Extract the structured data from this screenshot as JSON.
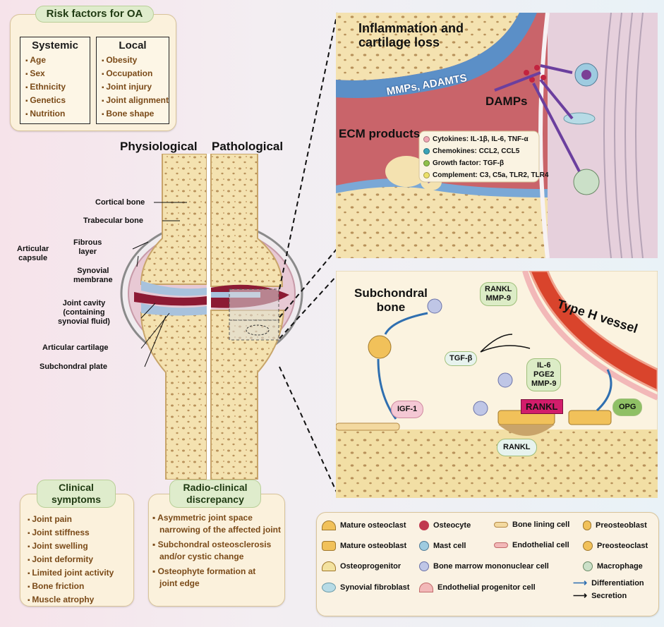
{
  "risk": {
    "title": "Risk factors for OA",
    "systemic_title": "Systemic",
    "systemic": [
      "Age",
      "Sex",
      "Ethnicity",
      "Genetics",
      "Nutrition"
    ],
    "local_title": "Local",
    "local": [
      "Obesity",
      "Occupation",
      "Joint injury",
      "Joint alignment",
      "Bone shape"
    ]
  },
  "joint": {
    "physiological": "Physiological",
    "pathological": "Pathological",
    "cortical": "Cortical bone",
    "trabecular": "Trabecular bone",
    "capsule_l1": "Articular",
    "capsule_l2": "capsule",
    "fibrous_l1": "Fibrous",
    "fibrous_l2": "layer",
    "synovial_l1": "Synovial",
    "synovial_l2": "membrane",
    "cavity_l1": "Joint cavity",
    "cavity_l2": "(containing",
    "cavity_l3": "synovial fluid)",
    "cartilage": "Articular cartilage",
    "plate": "Subchondral plate"
  },
  "clinical": {
    "title_l1": "Clinical",
    "title_l2": "symptoms",
    "items": [
      "Joint pain",
      "Joint stiffness",
      "Joint swelling",
      "Joint deformity",
      "Limited joint activity",
      "Bone friction",
      "Muscle atrophy"
    ]
  },
  "radio": {
    "title_l1": "Radio-clinical",
    "title_l2": "discrepancy",
    "items": [
      [
        "Asymmetric joint space",
        "narrowing of the affected joint"
      ],
      [
        "Subchondral osteosclerosis",
        "and/or cystic change"
      ],
      [
        "Osteophyte formation at",
        "joint edge"
      ]
    ]
  },
  "inflammation": {
    "title_l1": "Inflammation and",
    "title_l2": "cartilage loss",
    "mmps": "MMPs, ADAMTS",
    "damps": "DAMPs",
    "ecm": "ECM products",
    "cytokines": "Cytokines: IL-1β, IL-6, TNF-α",
    "chemokines": "Chemokines: CCL2, CCL5",
    "growth": "Growth factor: TGF-β",
    "complement": "Complement: C3, C5a, TLR2, TLR4"
  },
  "subchondral": {
    "title_l1": "Subchondral",
    "title_l2": "bone",
    "vessel": "Type H vessel",
    "rankl_mmp_l1": "RANKL",
    "rankl_mmp_l2": "MMP-9",
    "tgf": "TGF-β",
    "il6": "IL-6",
    "pge2": "PGE2",
    "mmp9": "MMP-9",
    "rankl_red": "RANKL",
    "igf": "IGF-1",
    "opg": "OPG",
    "rankl_low": "RANKL"
  },
  "legend": {
    "mature_osteoclast": "Mature osteoclast",
    "mature_osteoblast": "Mature osteoblast",
    "osteoprogenitor": "Osteoprogenitor",
    "synovial_fibroblast": "Synovial fibroblast",
    "osteocyte": "Osteocyte",
    "mast_cell": "Mast cell",
    "bmmc": "Bone marrow mononuclear cell",
    "endo_progenitor": "Endothelial progenitor cell",
    "bone_lining": "Bone lining cell",
    "endothelial": "Endothelial cell",
    "preosteoblast": "Preosteoblast",
    "preosteoclast": "Preosteoclast",
    "macrophage": "Macrophage",
    "differentiation": "Differentiation",
    "secretion": "Secretion"
  },
  "colors": {
    "cartilage": "#5b8fc7",
    "inflamed": "#c9646a",
    "bone": "#f4e2b0",
    "vessel": "#d9442c",
    "rankl_badge": "#d21d6b",
    "arrow_purple": "#6b3f9e",
    "arrow_blue": "#2f6fb0"
  }
}
